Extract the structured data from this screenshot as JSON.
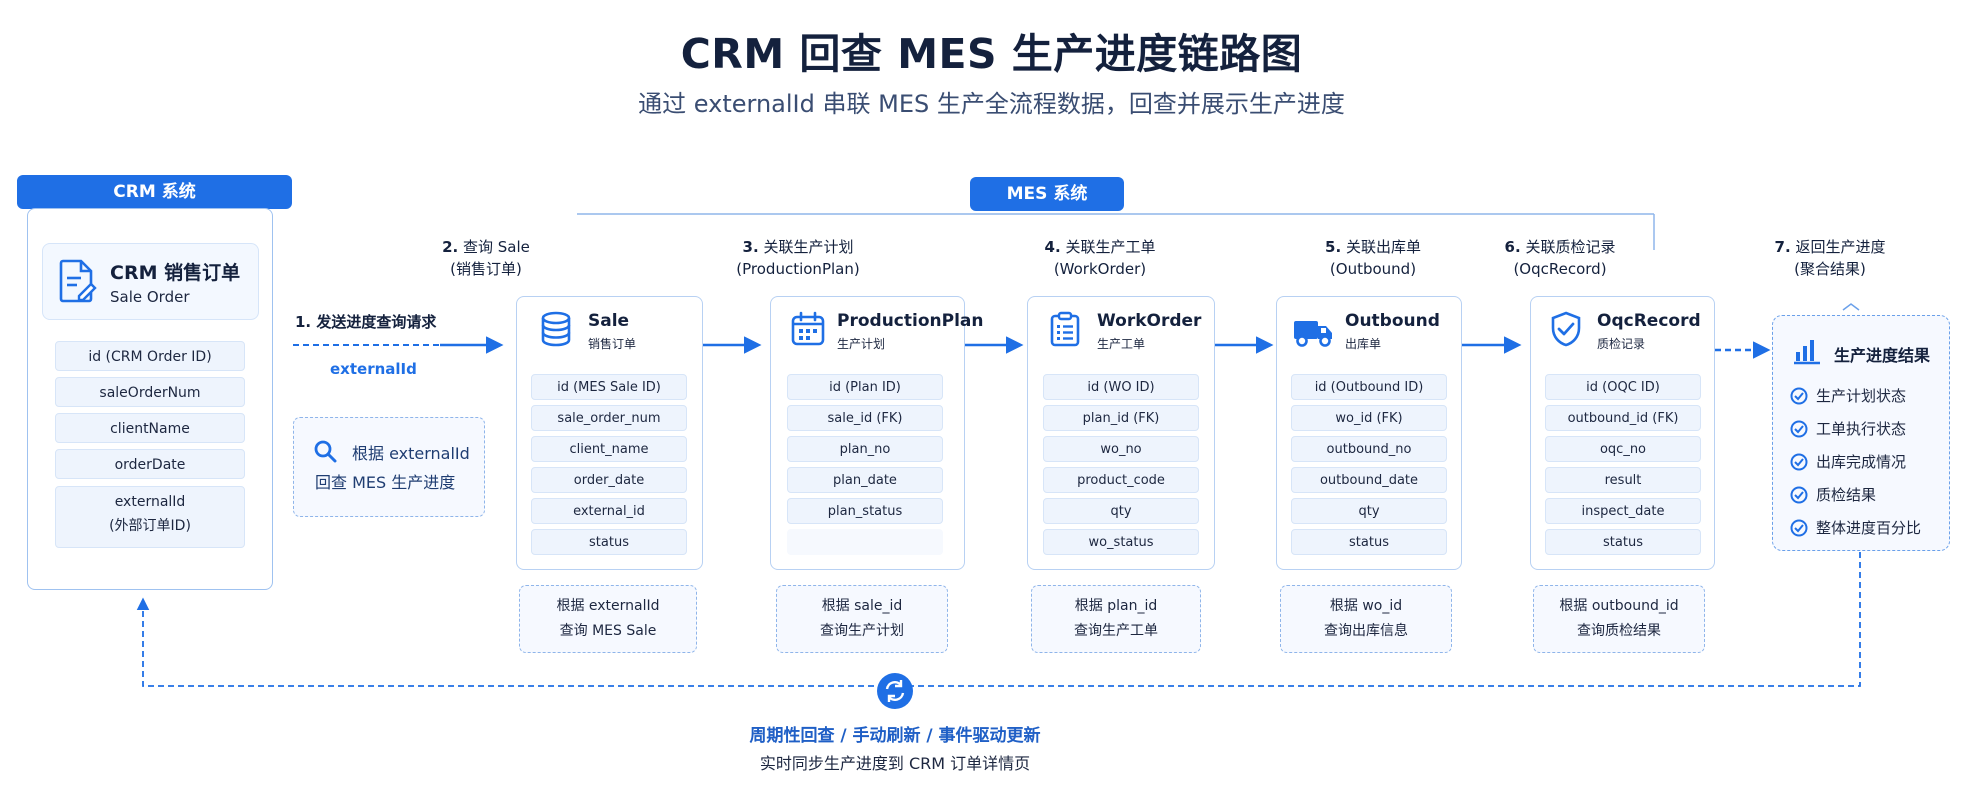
{
  "title": "CRM 回查 MES 生产进度链路图",
  "subtitle": "通过 externalId 串联 MES 生产全流程数据，回查并展示生产进度",
  "crm": {
    "tag": "CRM 系统",
    "header_title": "CRM 销售订单",
    "header_subtitle": "Sale Order",
    "fields": [
      "id (CRM Order ID)",
      "saleOrderNum",
      "clientName",
      "orderDate"
    ],
    "external_field": "externalId",
    "external_field_note": "(外部订单ID)",
    "icon": "document-edit-icon"
  },
  "mes": {
    "tag": "MES 系统"
  },
  "request": {
    "label": "1. 发送进度查询请求",
    "param": "externalId",
    "search_icon": "search-icon",
    "search_line1": "根据 externalId",
    "search_line2": "回查 MES 生产进度"
  },
  "steps": [
    {
      "num": "2.",
      "label": "查询 Sale",
      "sub": "(销售订单)"
    },
    {
      "num": "3.",
      "label": "关联生产计划",
      "sub": "(ProductionPlan)"
    },
    {
      "num": "4.",
      "label": "关联生产工单",
      "sub": "(WorkOrder)"
    },
    {
      "num": "5.",
      "label": "关联出库单",
      "sub": "(Outbound)"
    },
    {
      "num": "6.",
      "label": "关联质检记录",
      "sub": "(OqcRecord)"
    },
    {
      "num": "7.",
      "label": "返回生产进度",
      "sub": "(聚合结果)"
    }
  ],
  "cards": [
    {
      "title": "Sale",
      "subtitle": "销售订单",
      "icon": "database-icon",
      "fields": [
        "id (MES Sale ID)",
        "sale_order_num",
        "client_name",
        "order_date",
        "external_id",
        "status"
      ],
      "note": [
        "根据 externalId",
        "查询 MES Sale"
      ]
    },
    {
      "title": "ProductionPlan",
      "subtitle": "生产计划",
      "icon": "calendar-icon",
      "fields": [
        "id (Plan ID)",
        "sale_id (FK)",
        "plan_no",
        "plan_date",
        "plan_status"
      ],
      "note": [
        "根据 sale_id",
        "查询生产计划"
      ]
    },
    {
      "title": "WorkOrder",
      "subtitle": "生产工单",
      "icon": "clipboard-list-icon",
      "fields": [
        "id (WO ID)",
        "plan_id (FK)",
        "wo_no",
        "product_code",
        "qty",
        "wo_status"
      ],
      "note": [
        "根据 plan_id",
        "查询生产工单"
      ]
    },
    {
      "title": "Outbound",
      "subtitle": "出库单",
      "icon": "truck-icon",
      "fields": [
        "id (Outbound ID)",
        "wo_id (FK)",
        "outbound_no",
        "outbound_date",
        "qty",
        "status"
      ],
      "note": [
        "根据 wo_id",
        "查询出库信息"
      ]
    },
    {
      "title": "OqcRecord",
      "subtitle": "质检记录",
      "icon": "shield-check-icon",
      "fields": [
        "id (OQC ID)",
        "outbound_id (FK)",
        "oqc_no",
        "result",
        "inspect_date",
        "status"
      ],
      "note": [
        "根据 outbound_id",
        "查询质检结果"
      ]
    }
  ],
  "result": {
    "title": "生产进度结果",
    "icon": "bar-chart-icon",
    "items": [
      "生产计划状态",
      "工单执行状态",
      "出库完成情况",
      "质检结果",
      "整体进度百分比"
    ]
  },
  "feedback": {
    "icon": "refresh-icon",
    "line1": "周期性回查 / 手动刷新 / 事件驱动更新",
    "line2": "实时同步生产进度到 CRM 订单详情页"
  },
  "colors": {
    "accent": "#1f6fe5",
    "title": "#14213d",
    "card_border": "#b8d1f3",
    "field_bg": "#eef4fd"
  }
}
